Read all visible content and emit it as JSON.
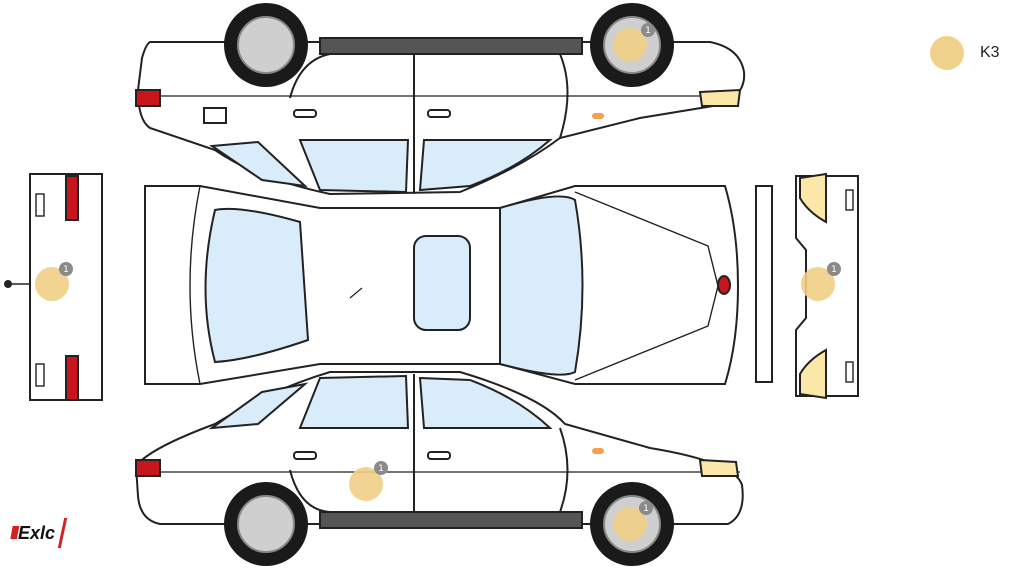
{
  "legend": {
    "code": "K3",
    "swatch_color": "#efcf85"
  },
  "marker_badge": "1",
  "markers": [
    {
      "id": "rear-wheel-top",
      "badge": "1"
    },
    {
      "id": "rear-bumper",
      "badge": "1"
    },
    {
      "id": "front-bumper",
      "badge": "1"
    },
    {
      "id": "front-door-left",
      "badge": "1"
    },
    {
      "id": "front-wheel-bottom",
      "badge": "1"
    }
  ],
  "logo": {
    "bars": "III",
    "name": "Exlc"
  },
  "colors": {
    "glass": "#d9ecfa",
    "outline": "#222222",
    "tyre": "#1a1a1a",
    "hub": "#cfcfcf",
    "rocker": "#555555",
    "tail_red": "#c9161d",
    "indicator_amber": "#f2a24a",
    "headlight": "#fbe7a8",
    "damage_marker": "#efcf85"
  }
}
